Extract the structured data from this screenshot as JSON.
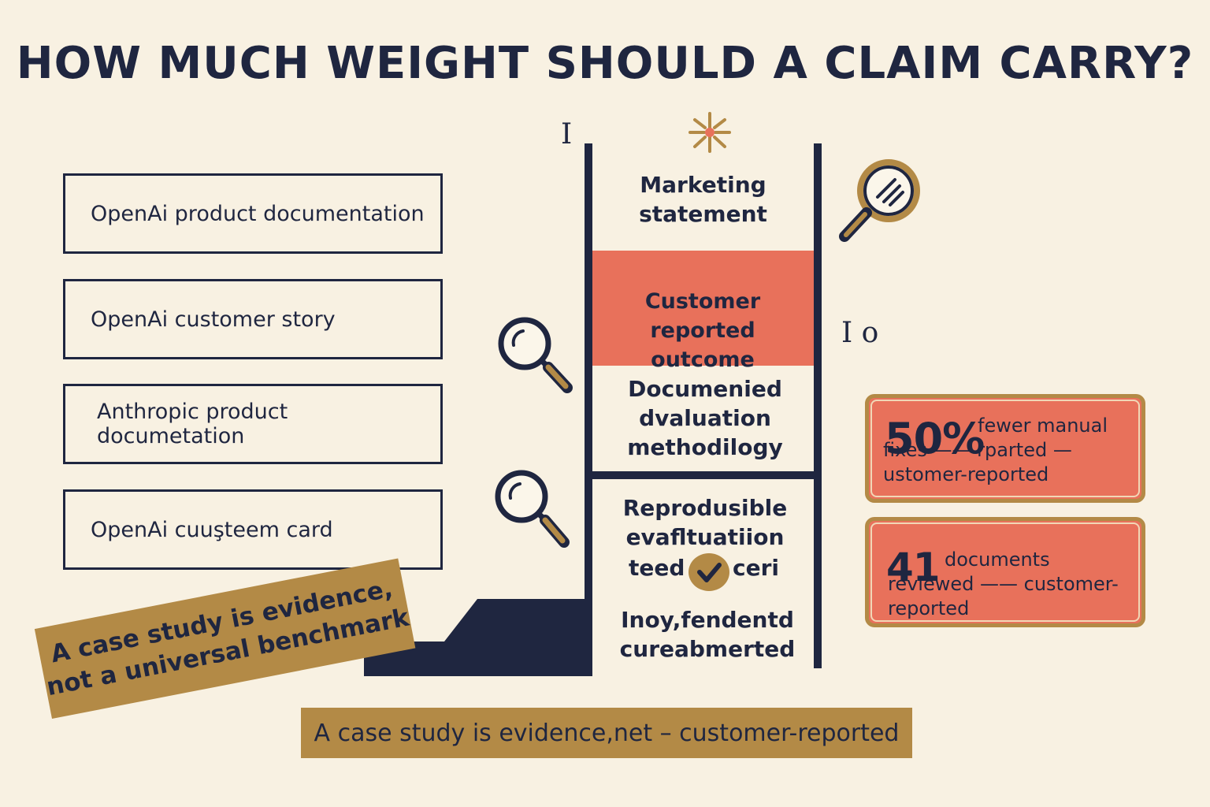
{
  "title": "HOW MUCH WEIGHT SHOULD A CLAIM CARRY?",
  "sources": [
    {
      "label": "OpenAi product documentation"
    },
    {
      "label": "OpenAi customer story"
    },
    {
      "label": "Anthropic product documetation"
    },
    {
      "label": "OpenAi cuuşteem card"
    }
  ],
  "ladder": {
    "rung_marketing": "Marketing statement",
    "rung_customer": "Customer reported outcome",
    "rung_documented": "Documenied dvaluation methodilogy",
    "rung_reproducible_a": "Reprodusible evafltuatiion",
    "rung_reproducible_b_left": "teed",
    "rung_reproducible_b_right": "ceri",
    "rung_independent": "Inoy,fendentd cureabmerted",
    "glyph_left": "I",
    "glyph_right": "I o"
  },
  "stats": [
    {
      "big": "50%",
      "text": "fewer manual fixes —— rparted — ustomer-reported"
    },
    {
      "big": "41",
      "text": "documents reviewed —— customer-reported"
    }
  ],
  "tilt_banner": "A case study is evidence, not a universal benchmark",
  "bottom_banner": "A case study is evidence,net – customer-reported",
  "colors": {
    "background": "#f8f1e2",
    "navy": "#1f2640",
    "coral": "#e8715b",
    "gold": "#b38a46"
  },
  "icons": [
    "sparkle-icon",
    "magnifier-icon",
    "checkmark-icon"
  ]
}
